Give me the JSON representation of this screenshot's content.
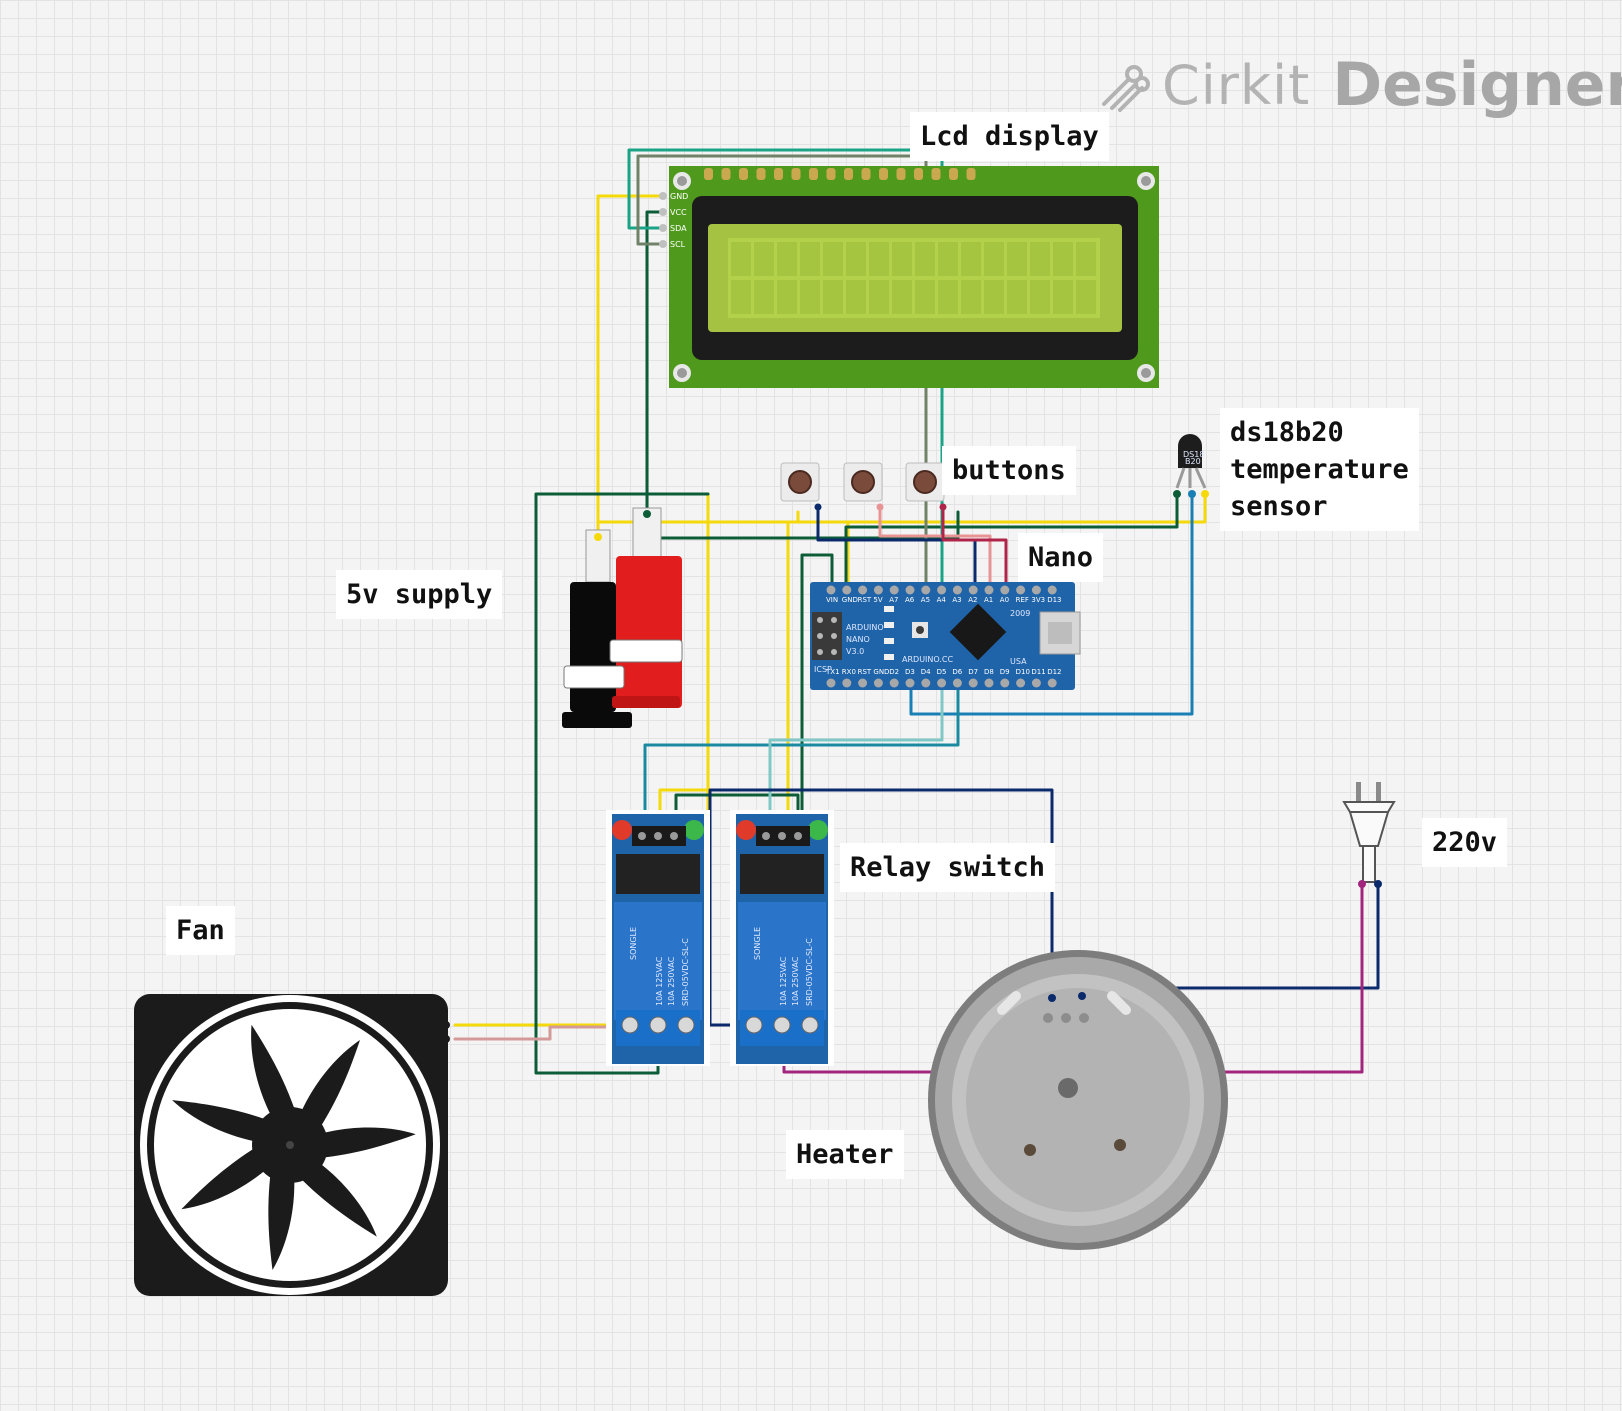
{
  "brand": {
    "name_light": "Cirkit",
    "name_bold": "Designer",
    "icon": "cirkit-logo-icon"
  },
  "labels": {
    "lcd": "Lcd display",
    "buttons": "buttons",
    "sensor": "ds18b20\ntemperature\nsensor",
    "nano": "Nano",
    "supply": "5v supply",
    "relay": "Relay switch",
    "fan": "Fan",
    "mains": "220v",
    "heater": "Heater"
  },
  "lcd_pins": [
    "GND",
    "VCC",
    "SDA",
    "SCL"
  ],
  "nano_pins_top": [
    "D12",
    "D11",
    "D10",
    "D9",
    "D8",
    "D7",
    "D6",
    "D5",
    "D4",
    "D3",
    "D2",
    "GND",
    "RST",
    "RX0",
    "TX1"
  ],
  "nano_pins_bottom": [
    "D13",
    "3V3",
    "REF",
    "A0",
    "A1",
    "A2",
    "A3",
    "A4",
    "A5",
    "A6",
    "A7",
    "5V",
    "RST",
    "GND",
    "VIN"
  ],
  "nano_board_text": [
    "ARDUINO",
    "NANO",
    "V3.0",
    "ICSP",
    "ARDUINO.CC",
    "2009",
    "USA"
  ],
  "sensor_chip_text": [
    "DS18",
    "B20"
  ],
  "relay_text": [
    "SRD-05VDC-SL-C",
    "10A 250VAC",
    "10A 125VAC",
    "SONGLE"
  ],
  "colors": {
    "yellow": "#f5d90a",
    "dark_green": "#0c5c37",
    "teal": "#1aa386",
    "gray_green": "#6f8268",
    "blue": "#1a7fb5",
    "navy": "#0b2a6b",
    "pink": "#e89494",
    "maroon": "#b0244a",
    "magenta": "#a3267e",
    "pcb_blue": "#1f63a8",
    "lcd_green": "#4f9a1c",
    "lcd_screen": "#b4d14b"
  }
}
